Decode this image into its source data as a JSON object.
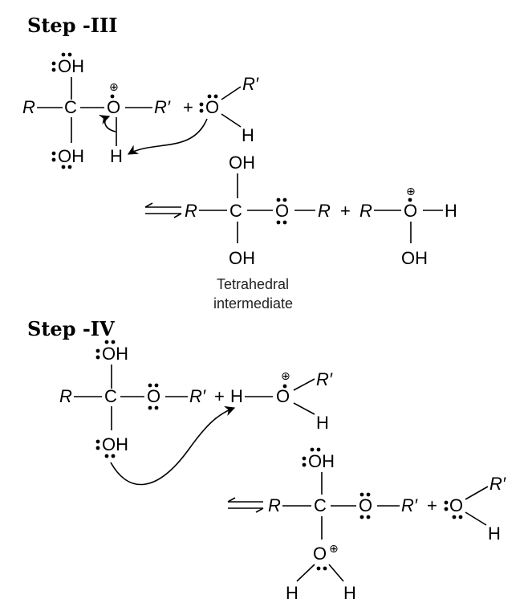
{
  "steps": {
    "step3": {
      "heading": "Step -III",
      "caption_line1": "Tetrahedral",
      "caption_line2": "intermediate"
    },
    "step4": {
      "heading": "Step -IV"
    }
  },
  "atoms": {
    "R": "R",
    "R_prime": "R′",
    "C": "C",
    "O": "O",
    "OH": "OH",
    "H": "H",
    "plus": "+",
    "charge_plus": "⊕"
  },
  "symbols": {
    "equilibrium": "equilibrium-arrows",
    "curved_arrow": "curved-electron-arrow"
  }
}
